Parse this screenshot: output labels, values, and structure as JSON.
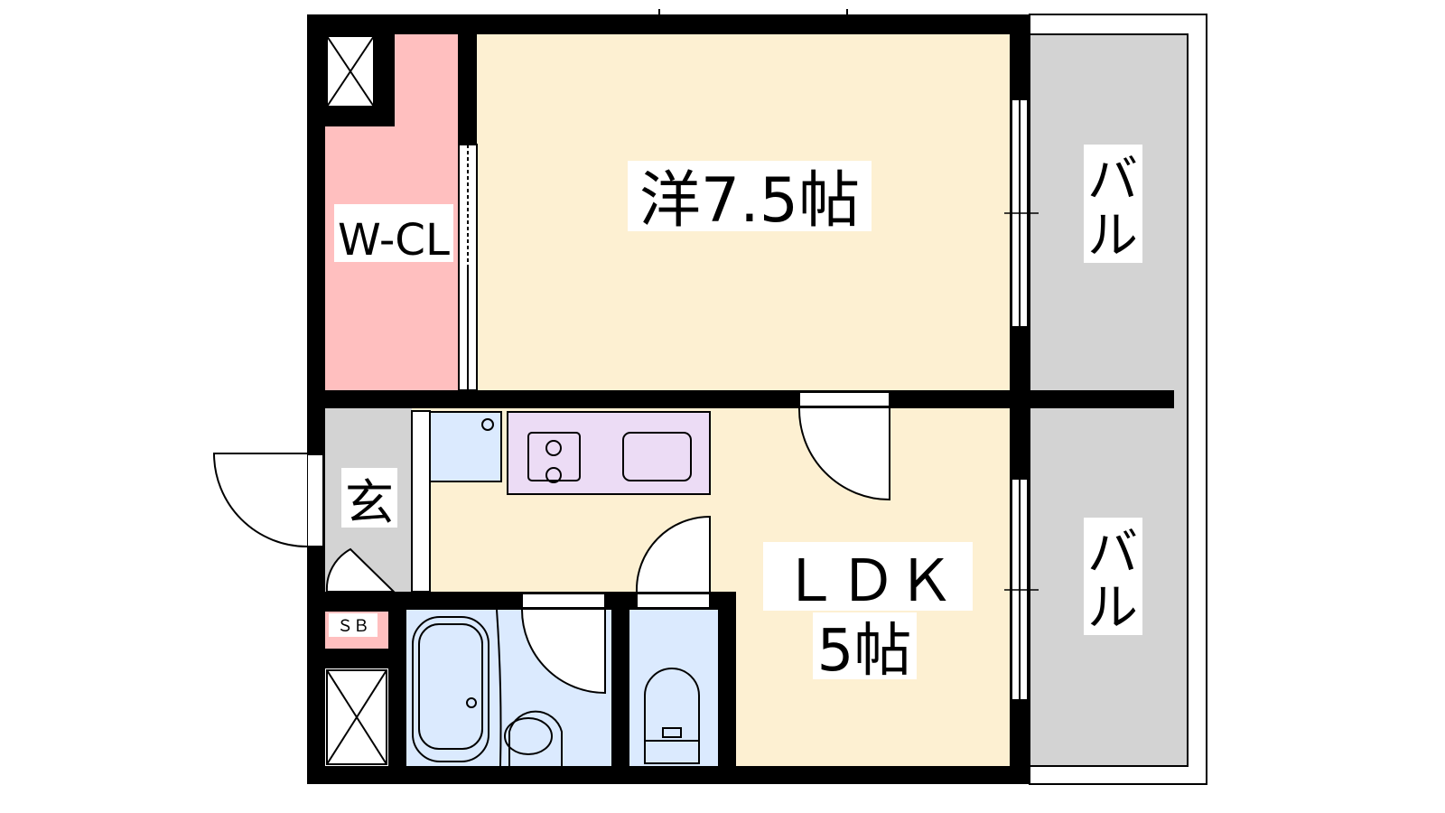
{
  "rooms": {
    "western": {
      "label": "洋7.5帖"
    },
    "closet": {
      "label": "W-CL"
    },
    "entrance": {
      "label": "玄"
    },
    "ldk": {
      "label": "ＬＤＫ",
      "size": "5帖"
    },
    "shoe_box": {
      "label": "ＳＢ"
    },
    "balcony_upper": {
      "label_1": "バ",
      "label_2": "ル"
    },
    "balcony_lower": {
      "label_1": "バ",
      "label_2": "ル"
    }
  },
  "colors": {
    "wall": "#000000",
    "western": "#fdf0d2",
    "closet": "#ffbfbf",
    "wet_area": "#dbeafe",
    "kitchen": "#ecdcf5",
    "entrance": "#d3d3d3",
    "balcony": "#d3d3d3"
  }
}
